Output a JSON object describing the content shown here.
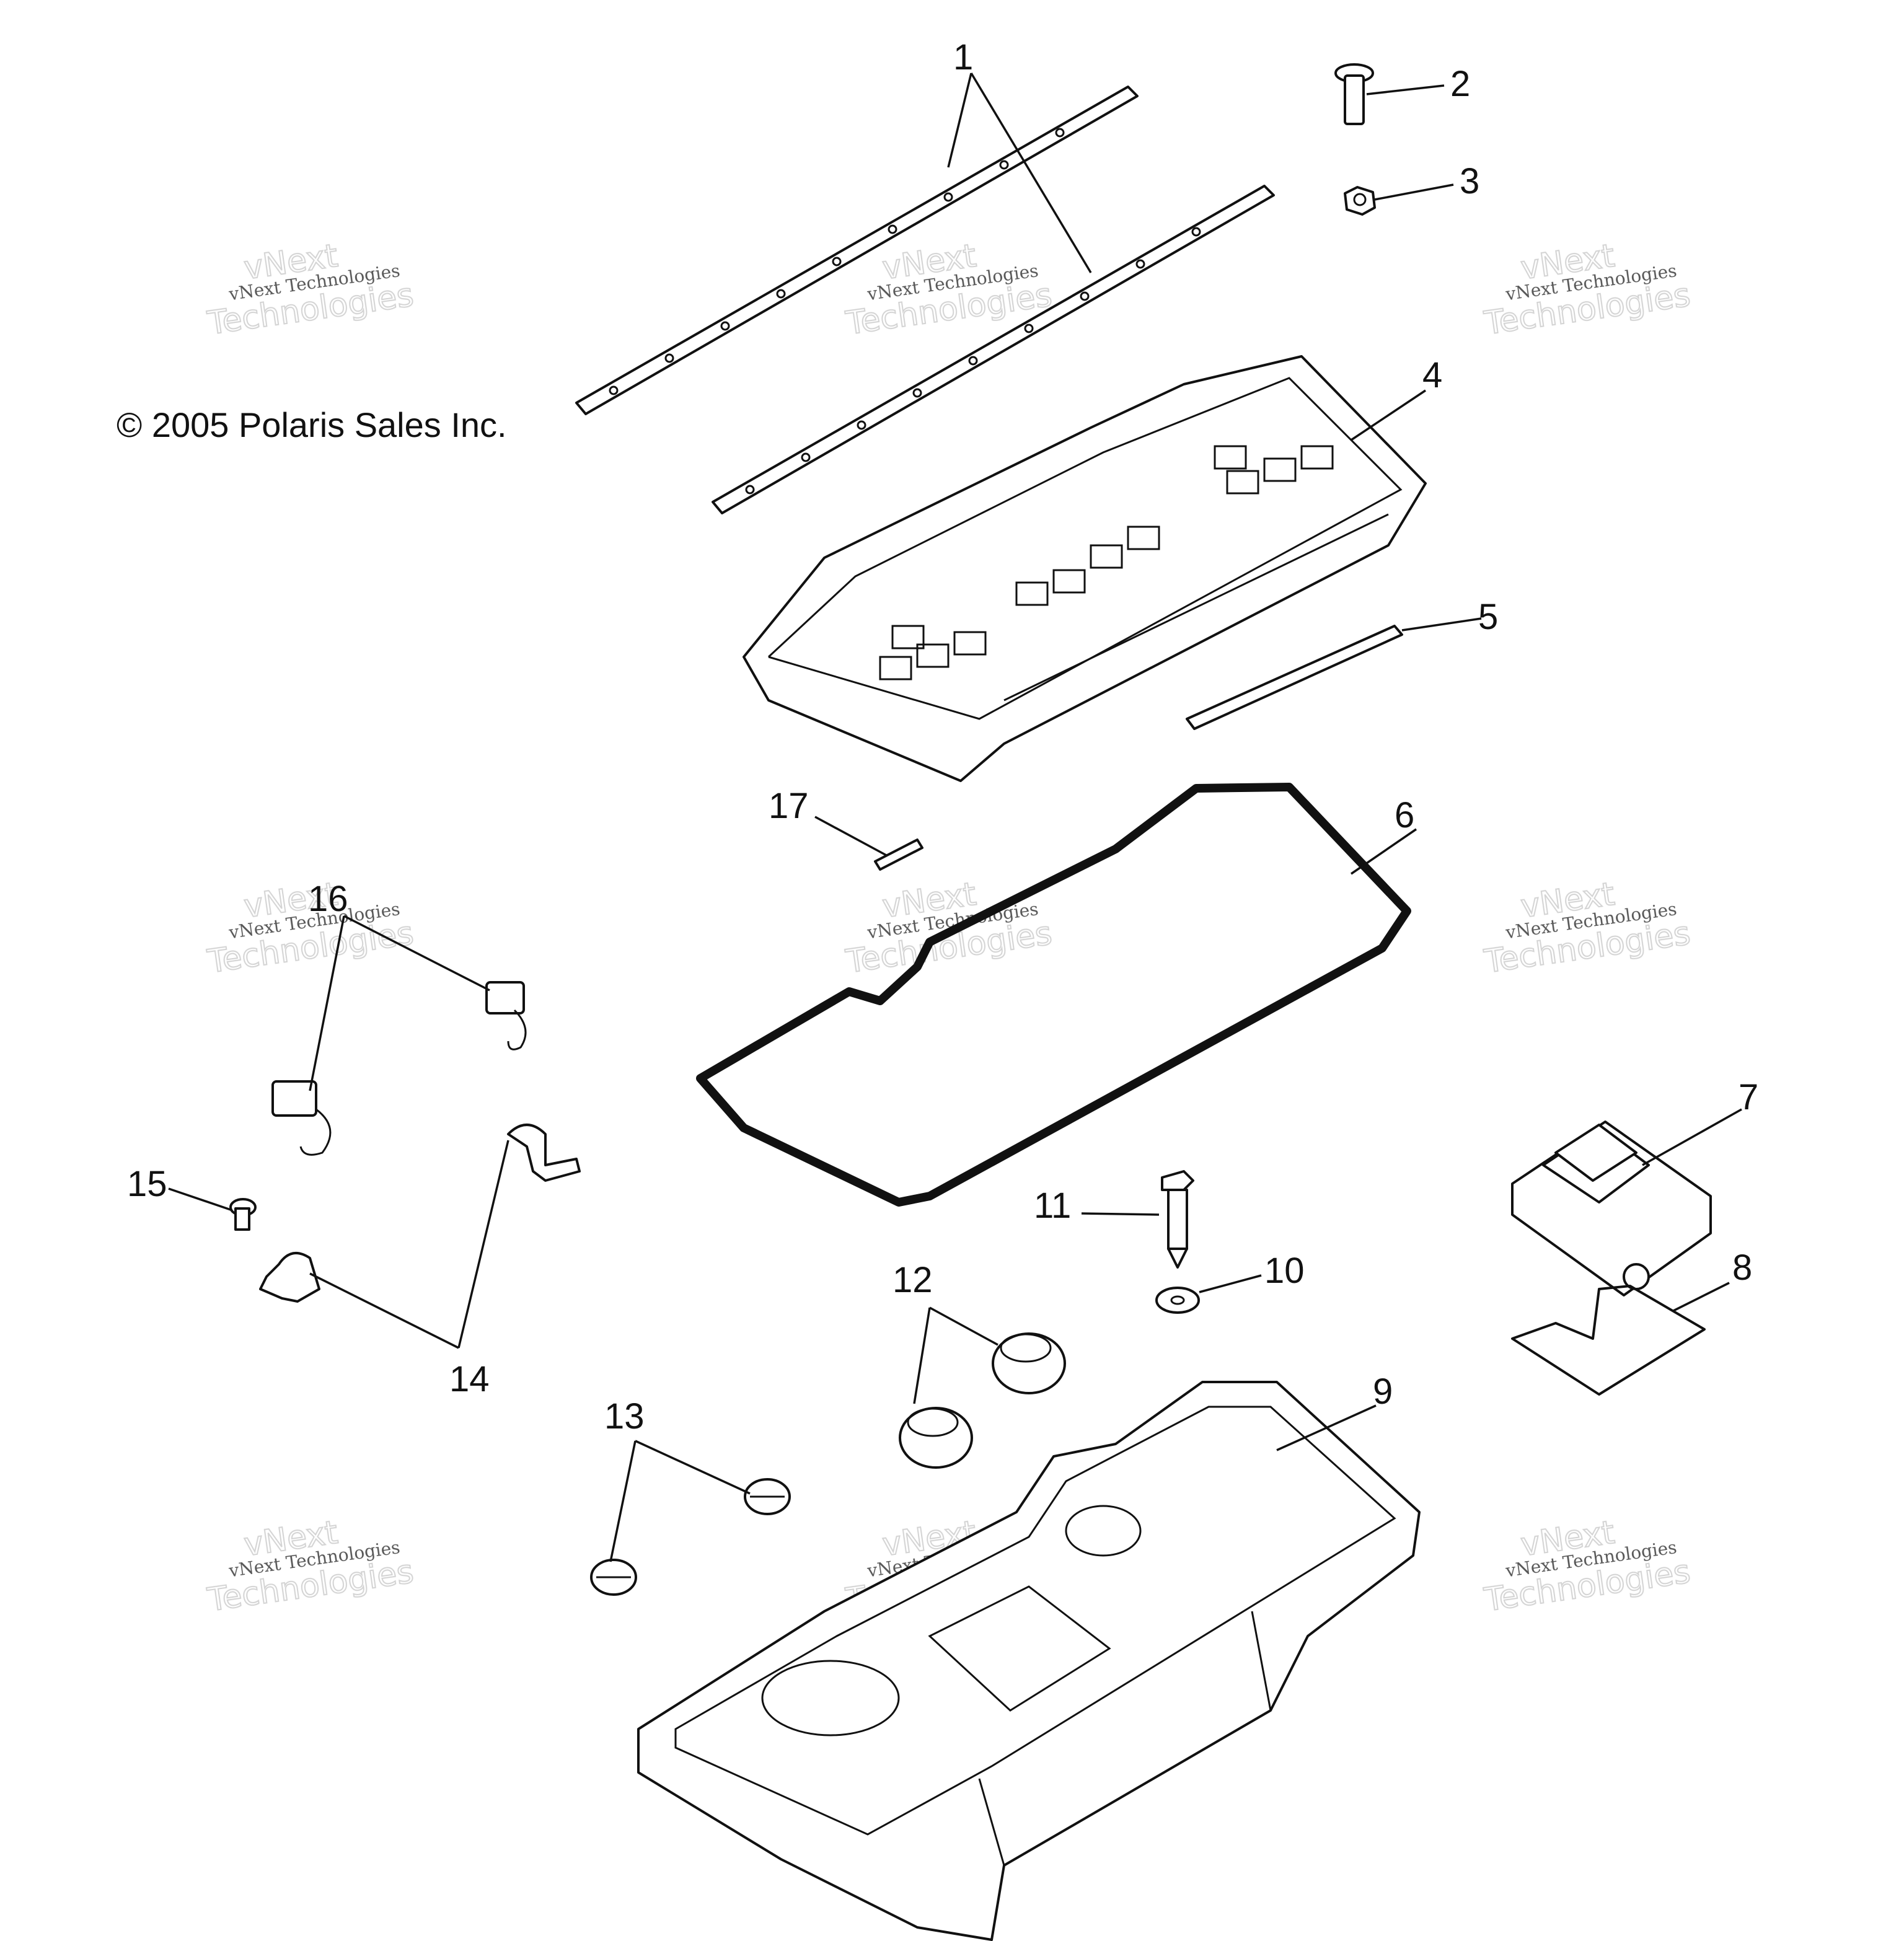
{
  "copyright": "© 2005 Polaris Sales Inc.",
  "watermark": {
    "line1": "vNext Technologies",
    "line2": "vNext",
    "line3": "Technologies"
  },
  "callouts": {
    "c1": "1",
    "c2": "2",
    "c3": "3",
    "c4": "4",
    "c5": "5",
    "c6": "6",
    "c7": "7",
    "c8": "8",
    "c9": "9",
    "c10": "10",
    "c11": "11",
    "c12": "12",
    "c13": "13",
    "c14": "14",
    "c15": "15",
    "c16": "16",
    "c17": "17"
  }
}
